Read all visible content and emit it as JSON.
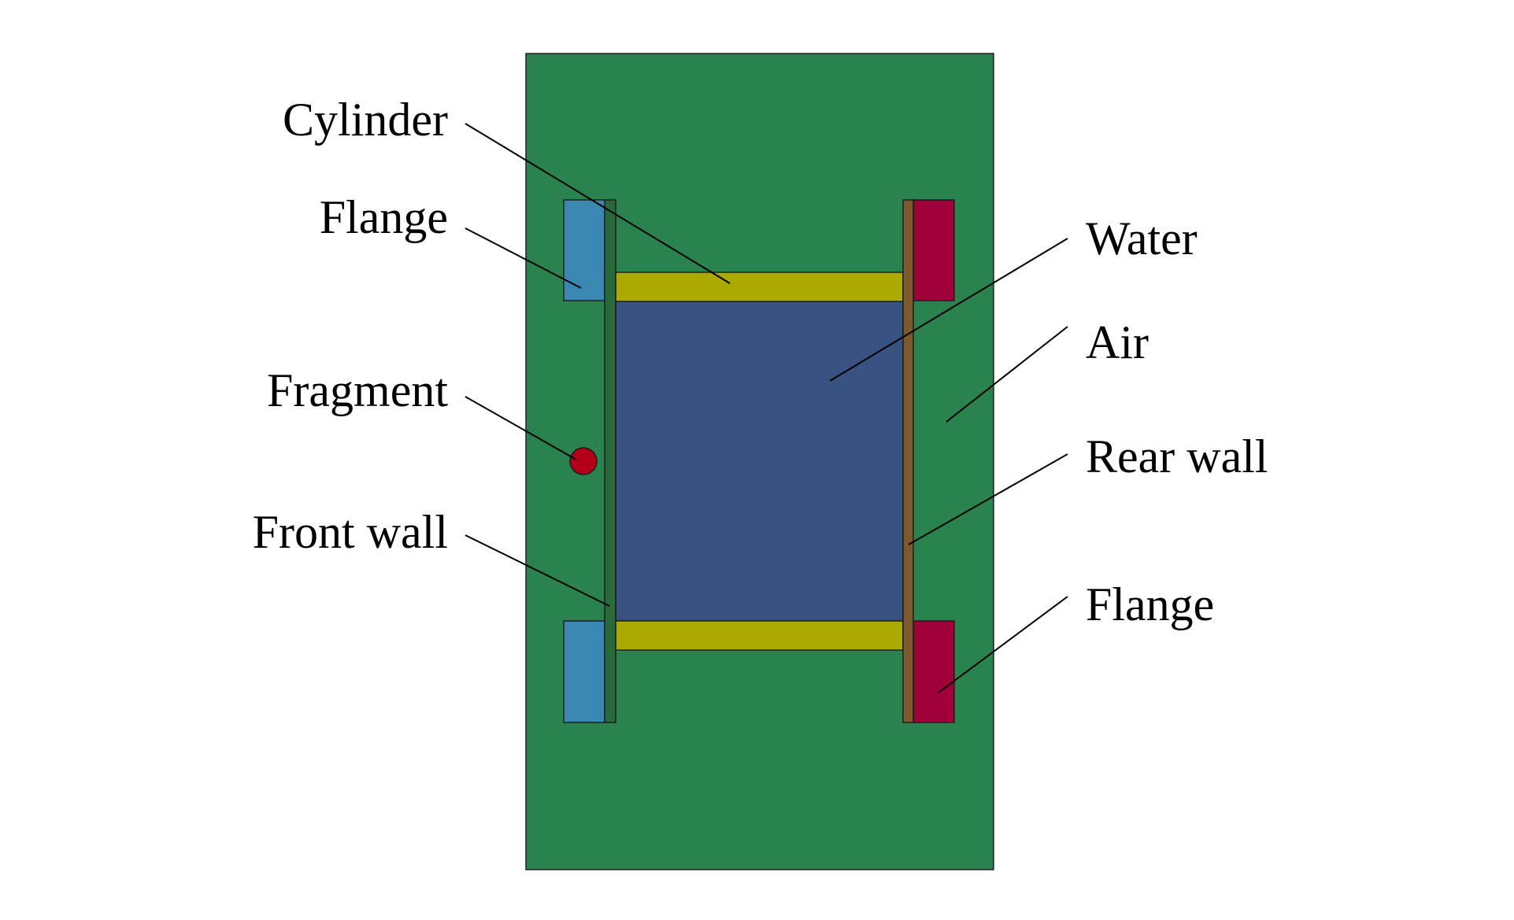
{
  "labels": {
    "cylinder": "Cylinder",
    "flange_left": "Flange",
    "fragment": "Fragment",
    "front_wall": "Front wall",
    "water": "Water",
    "air": "Air",
    "rear_wall": "Rear wall",
    "flange_right": "Flange"
  },
  "colors": {
    "air": "#2a824e",
    "water": "#385282",
    "cylinder": "#aaaa00",
    "flange_left": "#3a88b2",
    "flange_right": "#a0003a",
    "front_wall": "#2a6a3a",
    "rear_wall": "#7a5a2e",
    "fragment": "#b30018",
    "leader": "#000000"
  }
}
